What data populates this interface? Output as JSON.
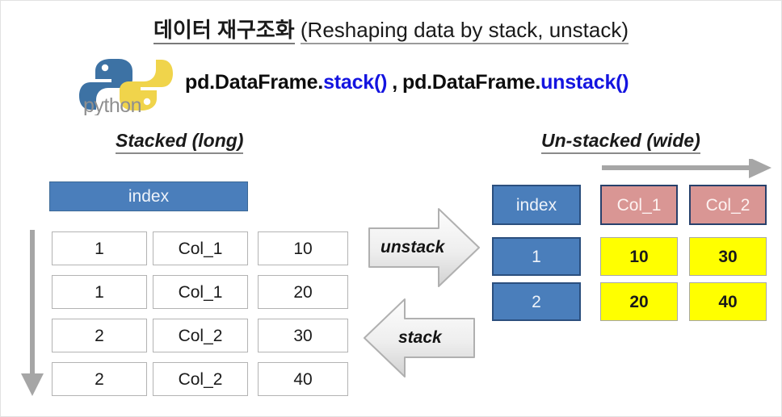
{
  "title": {
    "korean": "데이터 재구조화",
    "english": "(Reshaping data by stack, unstack)"
  },
  "logo": {
    "name": "python-logo",
    "wordmark": "python",
    "colors": {
      "blue": "#3c6e9f",
      "yellow": "#f2d44d"
    }
  },
  "code_line": {
    "left_prefix": "pd.DataFrame.",
    "left_fn": "stack()",
    "separator": ",",
    "right_prefix": "pd.DataFrame.",
    "right_fn": "unstack()",
    "fn_color": "#1414e0"
  },
  "sections": {
    "left_heading": "Stacked (long)",
    "right_heading": "Un-stacked (wide)"
  },
  "stacked_table": {
    "index_header": "index",
    "rows": [
      {
        "index": "1",
        "column": "Col_1",
        "value": "10"
      },
      {
        "index": "1",
        "column": "Col_1",
        "value": "20"
      },
      {
        "index": "2",
        "column": "Col_2",
        "value": "30"
      },
      {
        "index": "2",
        "column": "Col_2",
        "value": "40"
      }
    ]
  },
  "unstacked_table": {
    "index_header": "index",
    "column_headers": [
      "Col_1",
      "Col_2"
    ],
    "index_values": [
      "1",
      "2"
    ],
    "values": [
      [
        "10",
        "30"
      ],
      [
        "20",
        "40"
      ]
    ]
  },
  "arrows": {
    "unstack_label": "unstack",
    "stack_label": "stack",
    "down_arrow_name": "rows-direction-arrow",
    "right_arrow_name": "columns-direction-arrow",
    "color": "#a6a6a6"
  },
  "colors": {
    "index_blue": "#4a7ebb",
    "column_pink": "#d99694",
    "value_yellow": "#ffff00",
    "cell_border_gray": "#b3b3b3",
    "header_border_navy": "#27406b"
  }
}
